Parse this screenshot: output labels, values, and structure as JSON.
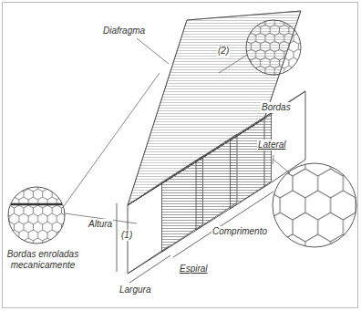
{
  "diagram": {
    "labels": [
      "Diafragma",
      "(2)",
      "Bordas",
      "Lateral",
      "Bordas enroladas mecanicamente",
      "Altura",
      "(1)",
      "Comprimento",
      "Espiral",
      "Largura"
    ]
  }
}
